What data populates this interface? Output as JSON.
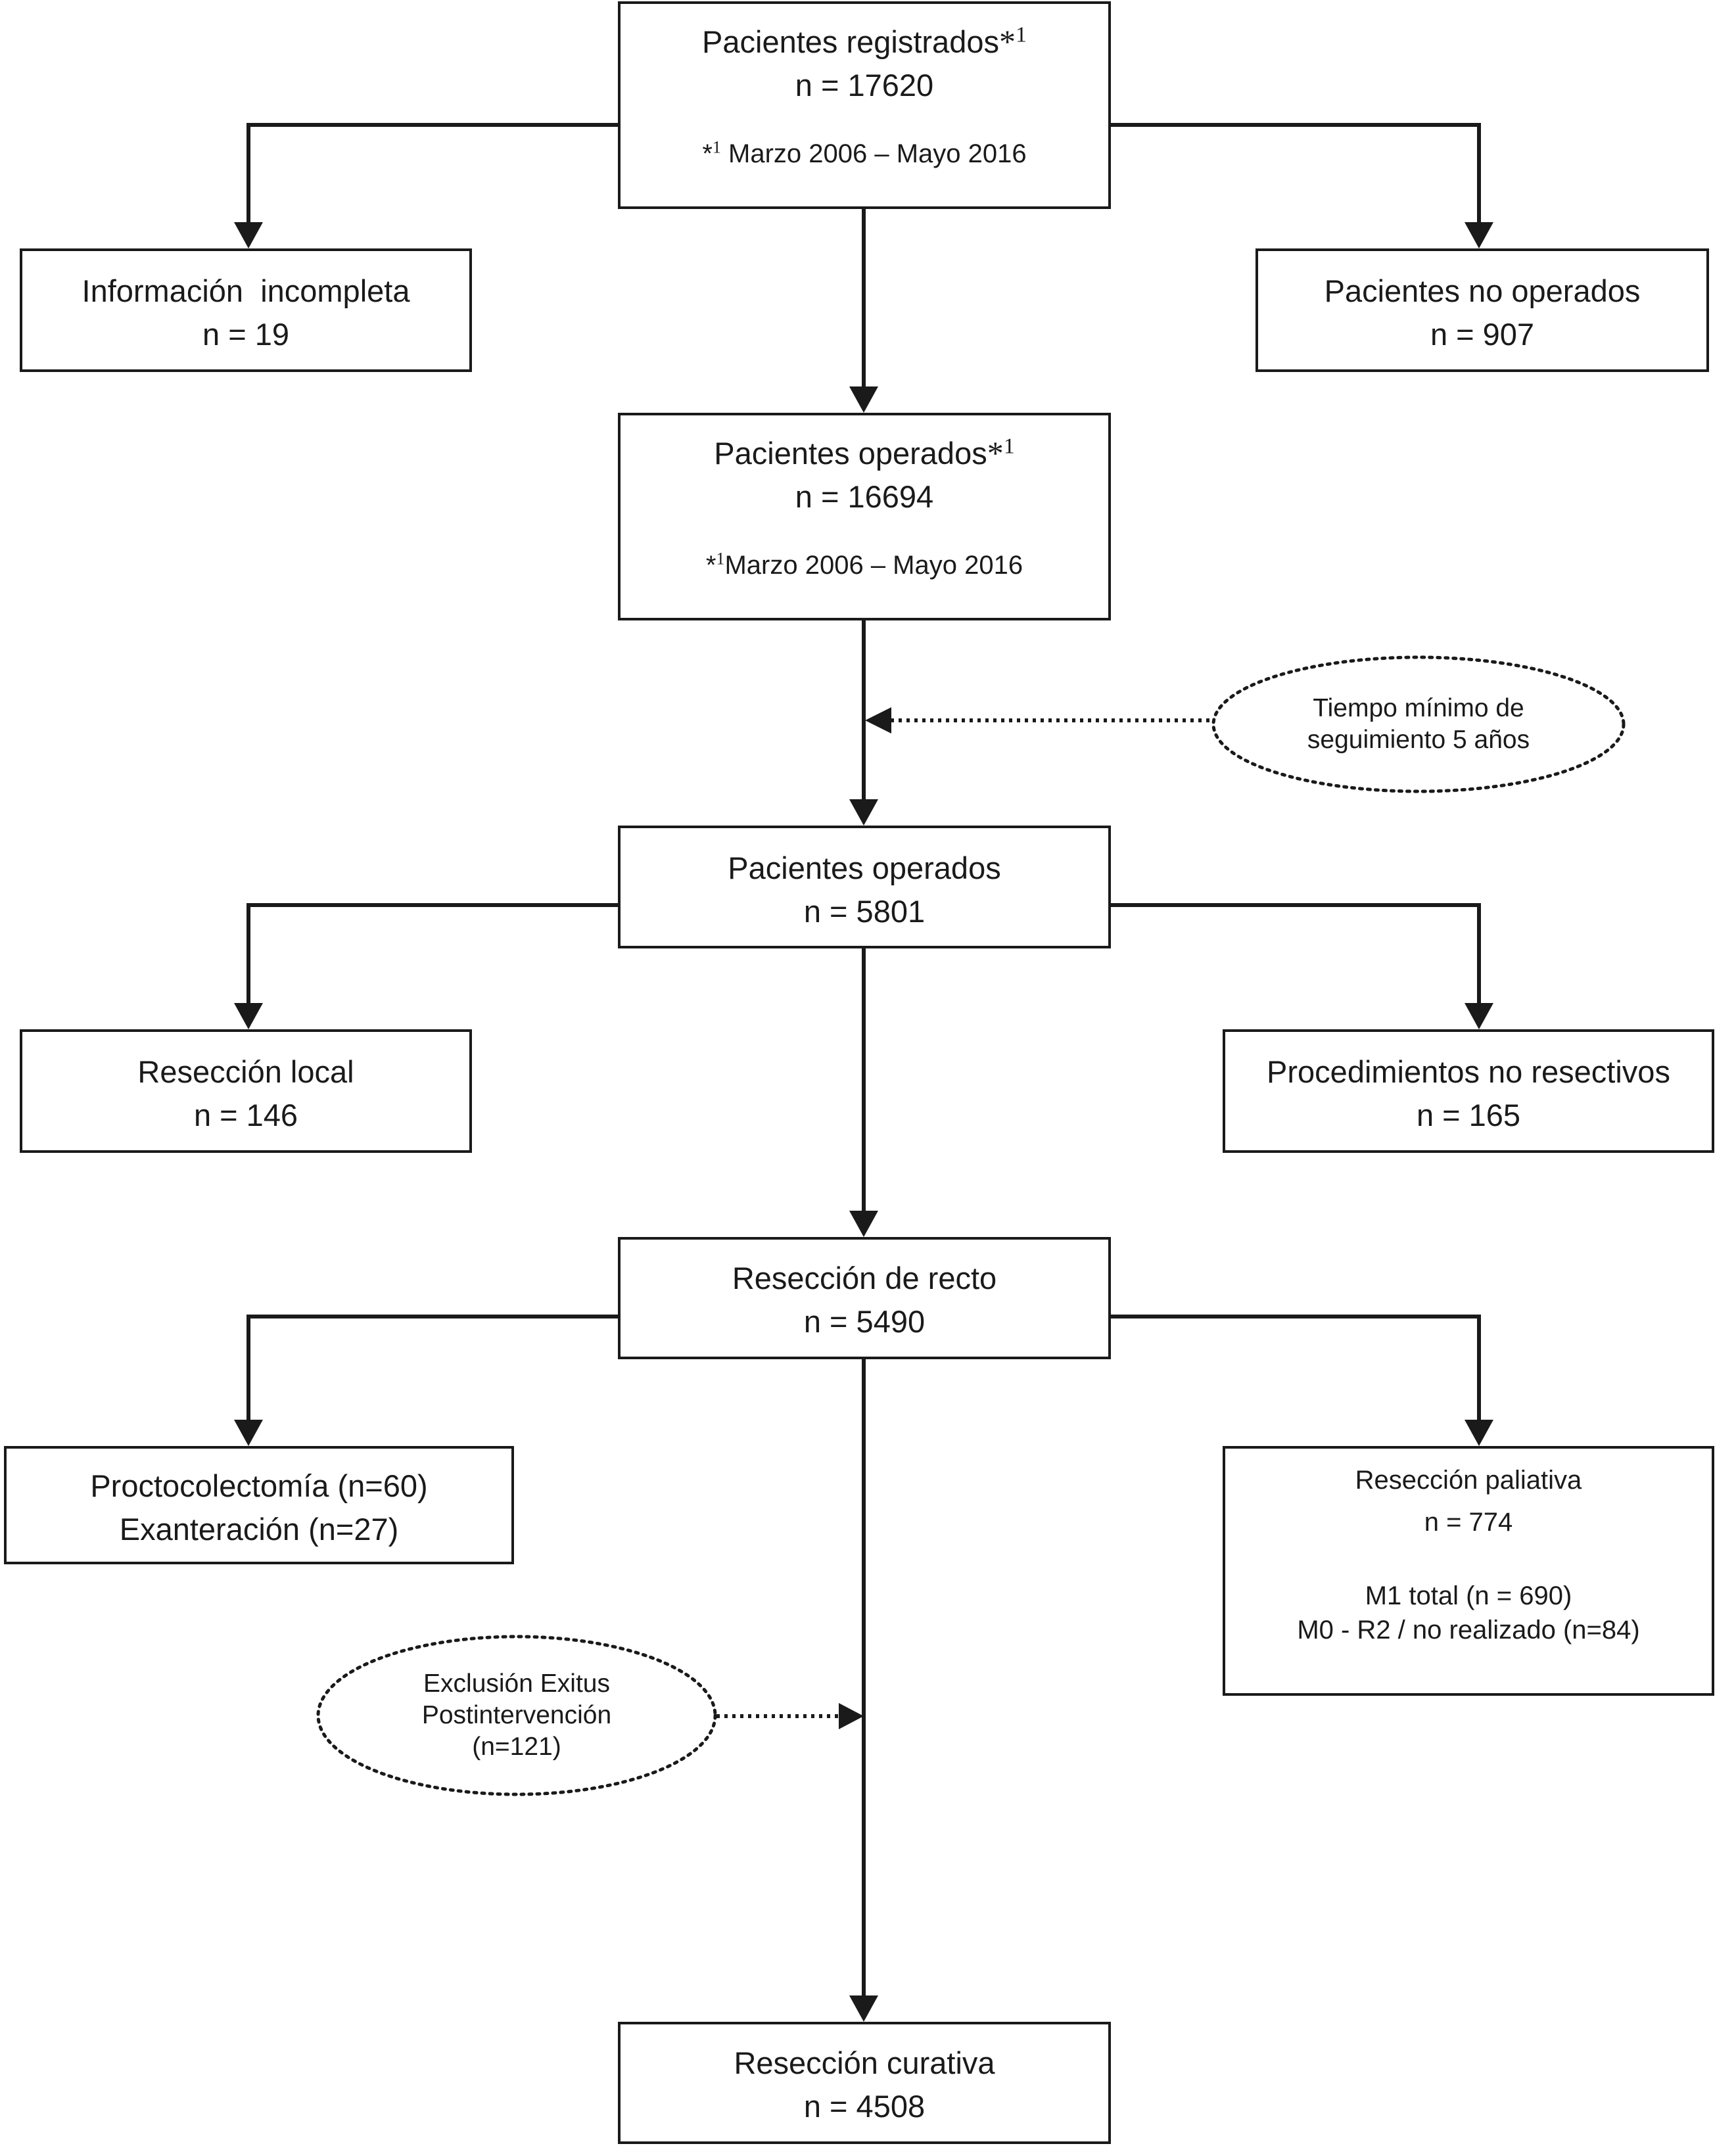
{
  "nodes": {
    "registered": {
      "title": "Pacientes registrados",
      "star": "*",
      "sup": "1",
      "count": "n = 17620",
      "note_mark": "*",
      "note_sup": "1",
      "note": "Marzo 2006 – Mayo 2016"
    },
    "incomplete": {
      "title": "Información  incompleta",
      "count": "n = 19"
    },
    "not_operated": {
      "title": "Pacientes no operados",
      "count": "n = 907"
    },
    "operated_all": {
      "title": "Pacientes operados",
      "star": "*",
      "sup": "1",
      "count": "n = 16694",
      "note_mark": "*",
      "note_sup": "1",
      "note": "Marzo 2006 – Mayo 2016"
    },
    "follow_up": {
      "line1": "Tiempo mínimo de",
      "line2": "seguimiento 5 años"
    },
    "operated": {
      "title": "Pacientes operados",
      "count": "n = 5801"
    },
    "local_resection": {
      "title": "Resección local",
      "count": "n = 146"
    },
    "non_resective": {
      "title": "Procedimientos no resectivos",
      "count": "n = 165"
    },
    "rectal_resection": {
      "title": "Resección de recto",
      "count": "n = 5490"
    },
    "proctocolectomy": {
      "line1": "Proctocolectomía (n=60)",
      "line2": "Exanteración (n=27)"
    },
    "palliative": {
      "title": "Resección paliativa",
      "count": "n = 774",
      "line3": "M1 total (n = 690)",
      "line4": "M0 - R2 / no realizado (n=84)"
    },
    "exclusion": {
      "line1": "Exclusión Exitus",
      "line2": "Postintervención",
      "line3": "(n=121)"
    },
    "curative": {
      "title": "Resección curativa",
      "count": "n = 4508"
    }
  }
}
